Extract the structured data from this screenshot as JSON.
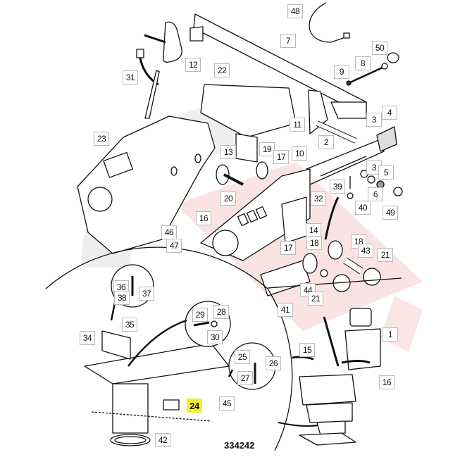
{
  "diagram": {
    "title": "Operator seat assembly — exploded parts view",
    "drawing_number": "334242",
    "highlighted_part": "24",
    "colors": {
      "highlight": "#f6ef2a",
      "callout_border": "#b9b9b9",
      "line": "#111111",
      "watermark_pink": "#f7d6d6",
      "watermark_gray": "#ededed"
    },
    "components": [
      "armrest-bracket-plate",
      "cross-bar",
      "armrest-pad",
      "console-cover",
      "seat-base-plate",
      "slide-rail-tube",
      "bellows-cap",
      "mounting-bracket",
      "knob",
      "cable-tie",
      "tube-column",
      "seat",
      "fastener-details"
    ],
    "callouts": [
      {
        "id": "48",
        "label": "48"
      },
      {
        "id": "7",
        "label": "7"
      },
      {
        "id": "50",
        "label": "50"
      },
      {
        "id": "12",
        "label": "12"
      },
      {
        "id": "8",
        "label": "8"
      },
      {
        "id": "31",
        "label": "31"
      },
      {
        "id": "22",
        "label": "22"
      },
      {
        "id": "9",
        "label": "9"
      },
      {
        "id": "4",
        "label": "4"
      },
      {
        "id": "3a",
        "label": "3"
      },
      {
        "id": "11",
        "label": "11"
      },
      {
        "id": "23",
        "label": "23"
      },
      {
        "id": "10",
        "label": "10"
      },
      {
        "id": "2",
        "label": "2"
      },
      {
        "id": "13",
        "label": "13"
      },
      {
        "id": "19",
        "label": "19"
      },
      {
        "id": "17a",
        "label": "17"
      },
      {
        "id": "3b",
        "label": "3"
      },
      {
        "id": "5",
        "label": "5"
      },
      {
        "id": "39",
        "label": "39"
      },
      {
        "id": "6",
        "label": "6"
      },
      {
        "id": "20",
        "label": "20"
      },
      {
        "id": "40",
        "label": "40"
      },
      {
        "id": "32",
        "label": "32"
      },
      {
        "id": "49",
        "label": "49"
      },
      {
        "id": "16a",
        "label": "16"
      },
      {
        "id": "14",
        "label": "14"
      },
      {
        "id": "46",
        "label": "46"
      },
      {
        "id": "47",
        "label": "47"
      },
      {
        "id": "17b",
        "label": "17"
      },
      {
        "id": "18a",
        "label": "18"
      },
      {
        "id": "18b",
        "label": "18"
      },
      {
        "id": "43",
        "label": "43"
      },
      {
        "id": "21a",
        "label": "21"
      },
      {
        "id": "36",
        "label": "36"
      },
      {
        "id": "38",
        "label": "38"
      },
      {
        "id": "37",
        "label": "37"
      },
      {
        "id": "44",
        "label": "44"
      },
      {
        "id": "21b",
        "label": "21"
      },
      {
        "id": "41",
        "label": "41"
      },
      {
        "id": "29",
        "label": "29"
      },
      {
        "id": "28",
        "label": "28"
      },
      {
        "id": "35",
        "label": "35"
      },
      {
        "id": "34",
        "label": "34"
      },
      {
        "id": "30",
        "label": "30"
      },
      {
        "id": "1",
        "label": "1"
      },
      {
        "id": "15",
        "label": "15"
      },
      {
        "id": "25",
        "label": "25"
      },
      {
        "id": "26",
        "label": "26"
      },
      {
        "id": "16b",
        "label": "16"
      },
      {
        "id": "27",
        "label": "27"
      },
      {
        "id": "24",
        "label": "24"
      },
      {
        "id": "45",
        "label": "45"
      },
      {
        "id": "42",
        "label": "42"
      }
    ]
  }
}
